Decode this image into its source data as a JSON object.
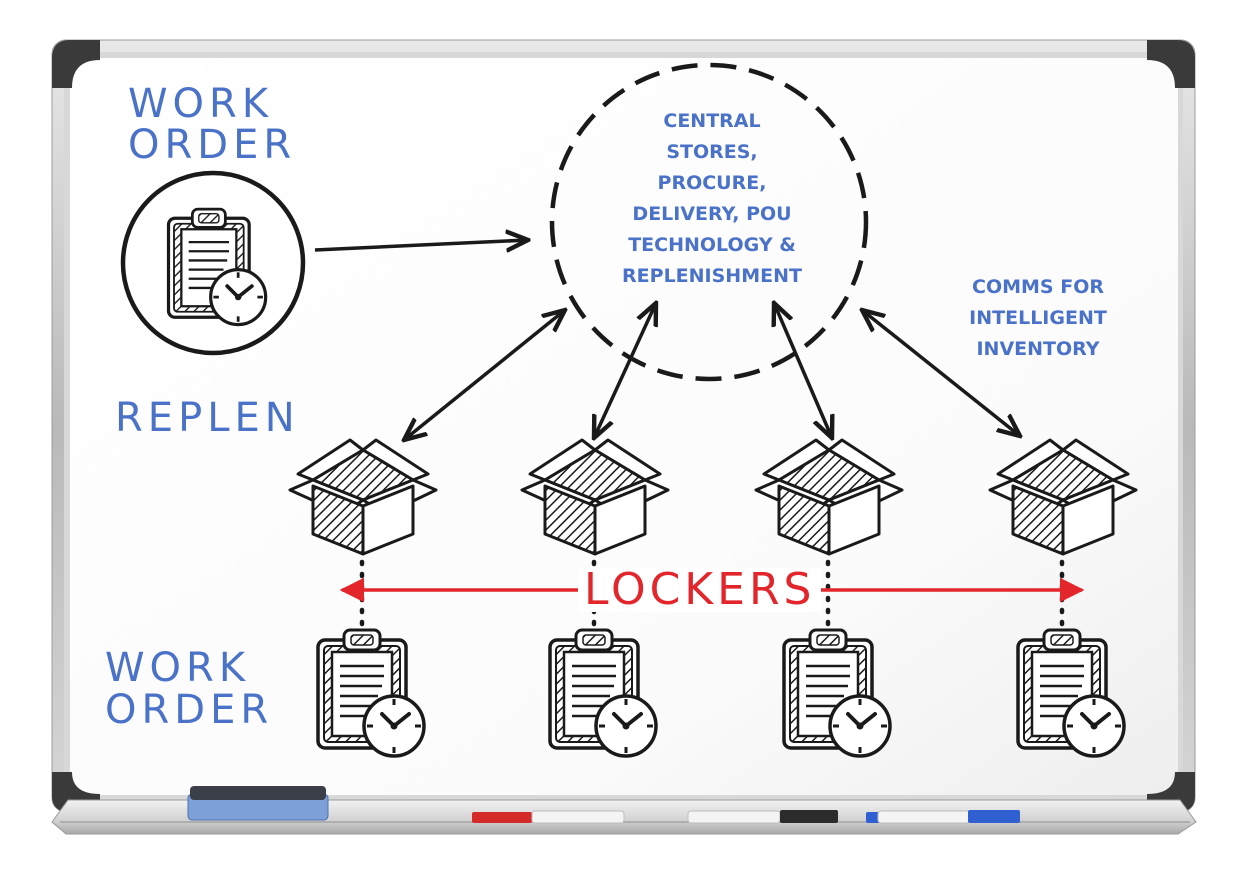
{
  "labels": {
    "work_order_top": [
      "WORK",
      "ORDER"
    ],
    "central": [
      "CENTRAL",
      "STORES,",
      "PROCURE,",
      "DELIVERY, POU",
      "TECHNOLOGY &",
      "REPLENISHMENT"
    ],
    "comms": [
      "COMMS FOR",
      "INTELLIGENT",
      "INVENTORY"
    ],
    "replen": "REPLEN",
    "lockers": "LOCKERS",
    "work_order_bottom": [
      "WORK",
      "ORDER"
    ]
  },
  "icons": {
    "hub": "dashed-circle-icon",
    "work_order": "clipboard-clock-icon",
    "locker": "open-box-icon"
  },
  "colors": {
    "blue_text": "#4a72c8",
    "red_text": "#e2262b",
    "ink": "#1a1a1a",
    "marker_red": "#d42a2a",
    "marker_black": "#2b2b2b",
    "marker_blue": "#2f5fd0"
  }
}
